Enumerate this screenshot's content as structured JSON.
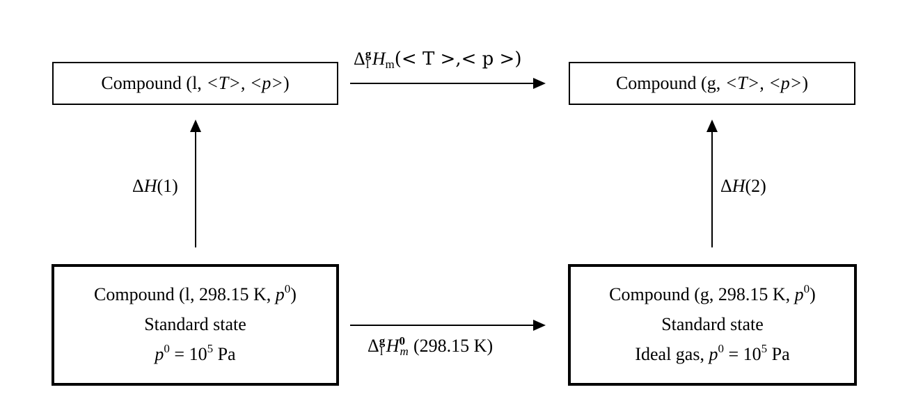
{
  "top_left": {
    "prefix": "Compound (l, ",
    "T": "<T>",
    "sep": ", ",
    "p": "<p>",
    "suffix": ")"
  },
  "top_right": {
    "prefix": "Compound (g, ",
    "T": "<T>",
    "sep": ", ",
    "p": "<p>",
    "suffix": ")"
  },
  "bottom_left": {
    "line1_prefix": "Compound (l, 298.15 K, ",
    "line1_p": "p",
    "line1_sup": "0",
    "line1_suffix": ")",
    "line2": "Standard state",
    "line3_p": "p",
    "line3_sup": "0",
    "line3_mid": " = 10",
    "line3_exp": "5",
    "line3_unit": " Pa"
  },
  "bottom_right": {
    "line1_prefix": "Compound (g, 298.15 K, ",
    "line1_p": "p",
    "line1_sup": "0",
    "line1_suffix": ")",
    "line2": "Standard state",
    "line3_prefix": "Ideal gas, ",
    "line3_p": "p",
    "line3_sup": "0",
    "line3_mid": " = 10",
    "line3_exp": "5",
    "line3_unit": " Pa"
  },
  "arrow_top": {
    "delta": "Δ",
    "sup": "g",
    "sub": "l",
    "H": "H",
    "H_sub": "m",
    "args": "(< T >,< p >)"
  },
  "arrow_bottom": {
    "delta": "Δ",
    "sup": "g",
    "sub": "l",
    "H": "H",
    "H_sup": "0",
    "H_sub": "m",
    "args": " (298.15 K)"
  },
  "arrow_left": {
    "delta": "Δ",
    "H": "H",
    "arg": "(1)"
  },
  "arrow_right": {
    "delta": "Δ",
    "H": "H",
    "arg": "(2)"
  }
}
